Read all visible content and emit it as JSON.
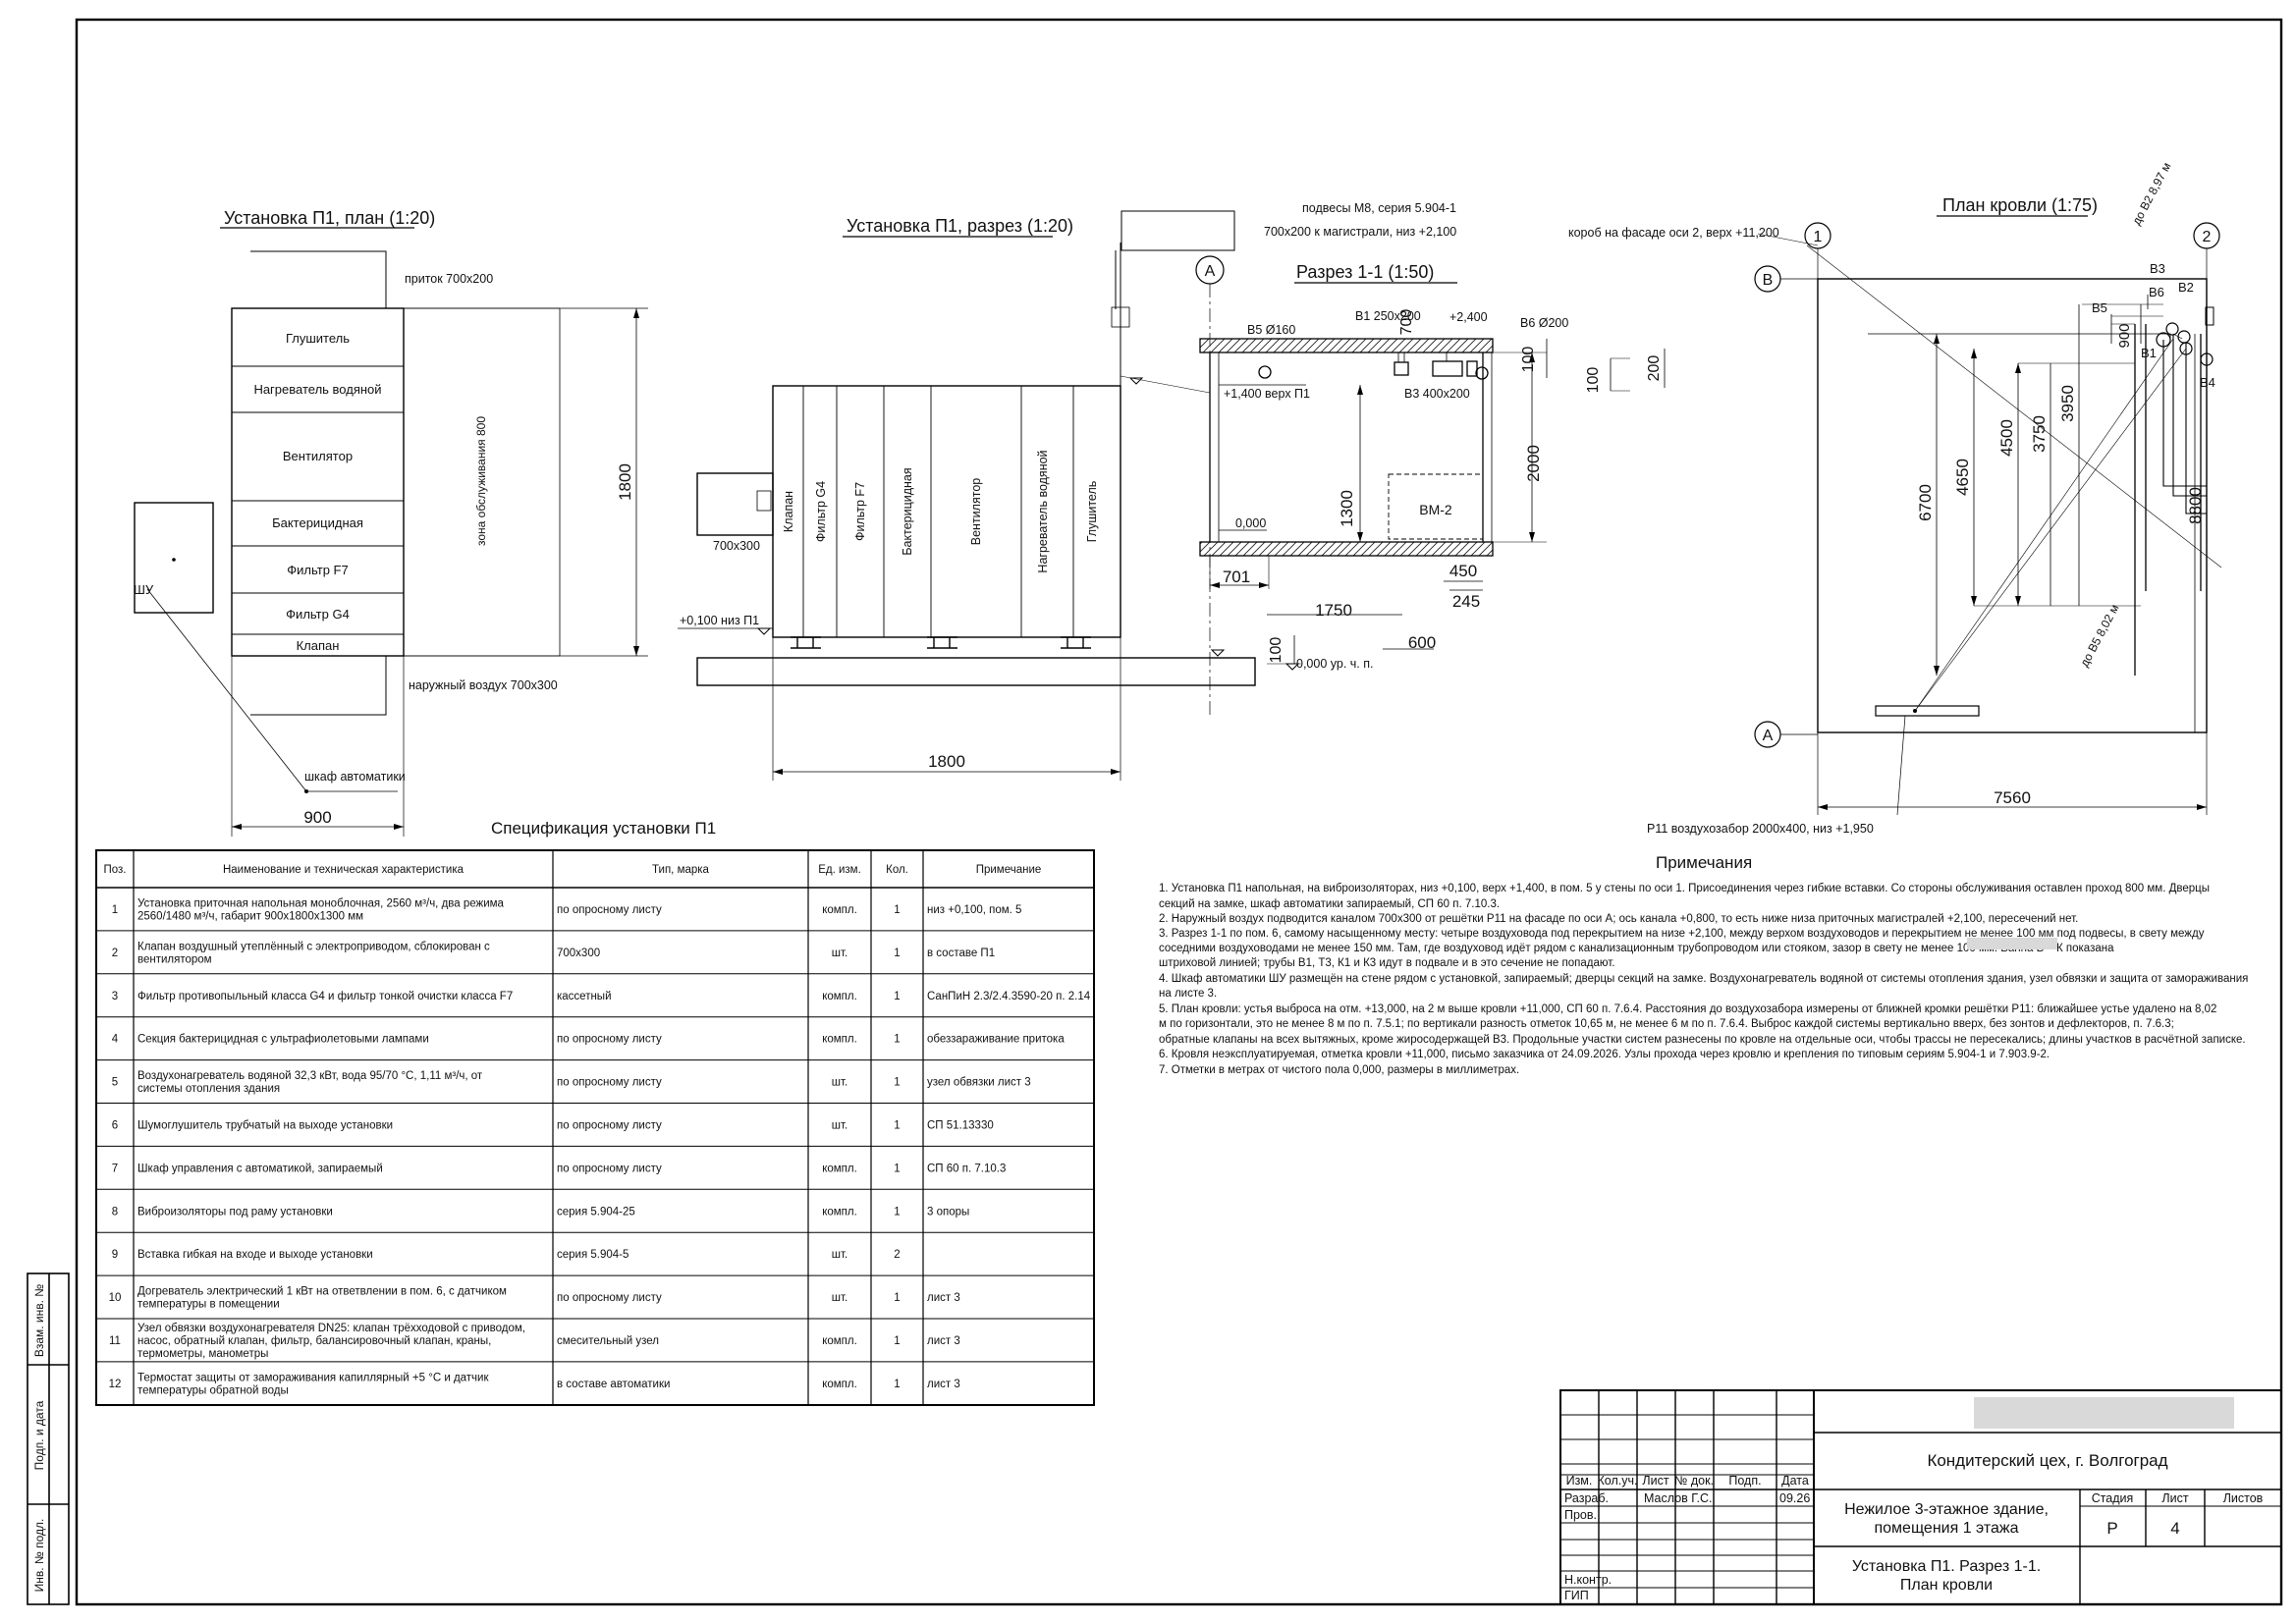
{
  "plan": {
    "title": "Установка П1, план (1:20)",
    "sections": [
      "Глушитель",
      "Нагреватель водяной",
      "Вентилятор",
      "Бактерицидная",
      "Фильтр F7",
      "Фильтр G4",
      "Клапан"
    ],
    "supply_label": "приток 700х200",
    "service_zone": "зона обслуживания 800",
    "dim_height": "1800",
    "dim_width": "900",
    "outside_air": "наружный воздух 700х300",
    "cabinet_tag": "ШУ",
    "cabinet_label": "шкаф автоматики"
  },
  "section_view": {
    "title": "Установка П1, разрез (1:20)",
    "sections": [
      "Клапан",
      "Фильтр G4",
      "Фильтр F7",
      "Бактерицидная",
      "Вентилятор",
      "Нагреватель водяной",
      "Глушитель"
    ],
    "duct_label": "700х300",
    "level_label": "+0,100 низ П1",
    "dim_width": "1800",
    "hangers": "подвесы М8, серия 5.904-1",
    "main_duct": "700х200 к магистрали, низ +2,100"
  },
  "cut": {
    "title": "Разрез 1-1 (1:50)",
    "axis": "А",
    "labels": {
      "b5": "В5 Ø160",
      "b1": "В1 250х200",
      "level_top": "+2,400",
      "b6": "В6 Ø200",
      "level_unit": "+1,400 верх П1",
      "b3": "В3 400х200",
      "dim_700": "700",
      "dim_100a": "100",
      "dim_100b": "100",
      "dim_200": "200",
      "dim_2000": "2000",
      "dim_1300": "1300",
      "vm": "ВМ-2",
      "level_zero": "0,000",
      "dim_701": "701",
      "dim_450": "450",
      "dim_1750": "1750",
      "dim_245": "245",
      "dim_600": "600",
      "dim_100c": "100",
      "floor_level": "0,000 ур. ч. п."
    }
  },
  "roof": {
    "title": "План кровли (1:75)",
    "axis_1": "1",
    "axis_2": "2",
    "axis_b": "В",
    "axis_a": "А",
    "facade_box": "короб на фасаде оси 2, верх +11,200",
    "dist_b2": "до В2 8,97 м",
    "dist_b5": "до В5 8,02 м",
    "tags": [
      "В3",
      "В2",
      "В6",
      "В5",
      "В1",
      "В4"
    ],
    "dims": [
      "900",
      "6700",
      "4650",
      "4500",
      "3750",
      "3950",
      "8800",
      "7560"
    ],
    "intake": "Р11 воздухозабор 2000х400, низ +1,950"
  },
  "spec": {
    "title": "Спецификация установки П1",
    "headers": [
      "Поз.",
      "Наименование и техническая характеристика",
      "Тип, марка",
      "Ед. изм.",
      "Кол.",
      "Примечание"
    ],
    "rows": [
      [
        "1",
        "Установка приточная напольная моноблочная, 2560 м³/ч, два режима 2560/1480 м³/ч, габарит 900х1800х1300 мм",
        "по опросному листу",
        "компл.",
        "1",
        "низ +0,100, пом. 5"
      ],
      [
        "2",
        "Клапан воздушный утеплённый с электроприводом, сблокирован с вентилятором",
        "700х300",
        "шт.",
        "1",
        "в составе П1"
      ],
      [
        "3",
        "Фильтр противопыльный класса G4 и фильтр тонкой очистки класса F7",
        "кассетный",
        "компл.",
        "1",
        "СанПиН 2.3/2.4.3590-20 п. 2.14"
      ],
      [
        "4",
        "Секция бактерицидная с ультрафиолетовыми лампами",
        "по опросному листу",
        "компл.",
        "1",
        "обеззараживание притока"
      ],
      [
        "5",
        "Воздухонагреватель водяной 32,3 кВт, вода 95/70 °С, 1,11 м³/ч, от системы отопления здания",
        "по опросному листу",
        "шт.",
        "1",
        "узел обвязки лист 3"
      ],
      [
        "6",
        "Шумоглушитель трубчатый на выходе установки",
        "по опросному листу",
        "шт.",
        "1",
        "СП 51.13330"
      ],
      [
        "7",
        "Шкаф управления с автоматикой, запираемый",
        "по опросному листу",
        "компл.",
        "1",
        "СП 60 п. 7.10.3"
      ],
      [
        "8",
        "Виброизоляторы под раму установки",
        "серия 5.904-25",
        "компл.",
        "1",
        "3 опоры"
      ],
      [
        "9",
        "Вставка гибкая на входе и выходе установки",
        "серия 5.904-5",
        "шт.",
        "2",
        ""
      ],
      [
        "10",
        "Догреватель электрический 1 кВт на ответвлении в пом. 6, с датчиком температуры в помещении",
        "по опросному листу",
        "шт.",
        "1",
        "лист 3"
      ],
      [
        "11",
        "Узел обвязки воздухонагревателя DN25: клапан трёхходовой с приводом, насос, обратный клапан, фильтр, балансировочный клапан, краны, термометры, манометры",
        "смесительный узел",
        "компл.",
        "1",
        "лист 3"
      ],
      [
        "12",
        "Термостат защиты от замораживания капиллярный +5 °С и датчик температуры обратной воды",
        "в составе автоматики",
        "компл.",
        "1",
        "лист 3"
      ]
    ]
  },
  "notes": {
    "title": "Примечания",
    "lines": [
      "1. Установка П1 напольная, на виброизоляторах, низ +0,100, верх +1,400, в пом. 5 у стены по оси 1. Присоединения через гибкие вставки. Со стороны обслуживания оставлен проход 800 мм. Дверцы",
      "секций на замке, шкаф автоматики запираемый, СП 60 п. 7.10.3.",
      "2. Наружный воздух подводится каналом 700х300 от решётки Р11 на фасаде по оси А; ось канала +0,800, то есть ниже низа приточных магистралей +2,100, пересечений нет.",
      "3. Разрез 1-1 по пом. 6, самому насыщенному месту: четыре воздуховода под перекрытием на низе +2,100, между верхом воздуховодов и перекрытием не менее 100 мм под подвесы, в свету между",
      "соседними воздуховодами не менее 150 мм. Там, где воздуховод идёт рядом с канализационным трубопроводом или стояком, зазор в свету не менее 100 мм. Ванна В",
      "К показана",
      "штриховой линией; трубы В1, Т3, К1 и К3 идут в подвале и в это сечение не попадают.",
      "4. Шкаф автоматики ШУ размещён на стене рядом с установкой, запираемый; дверцы секций на замке. Воздухонагреватель водяной от системы отопления здания, узел обвязки и защита от замораживания",
      "на листе 3.",
      "5. План кровли: устья выброса на отм. +13,000, на 2 м выше кровли +11,000, СП 60 п. 7.6.4. Расстояния до воздухозабора измерены от ближней кромки решётки Р11: ближайшее устье удалено на 8,02",
      "м по горизонтали, это не менее 8 м по п. 7.5.1; по вертикали разность отметок 10,65 м, не менее 6 м по п. 7.6.4. Выброс каждой системы вертикально вверх, без зонтов и дефлекторов, п. 7.6.3;",
      "обратные клапаны на всех вытяжных, кроме жиросодержащей В3. Продольные участки систем разнесены по кровле на отдельные оси, чтобы трассы не пересекались; длины участков в расчётной записке.",
      "6. Кровля неэксплуатируемая, отметка кровли +11,000, письмо заказчика от 24.09.2026. Узлы прохода через кровлю и крепления по типовым сериям 5.904-1 и 7.903.9-2.",
      "7. Отметки в метрах от чистого пола 0,000, размеры в миллиметрах."
    ]
  },
  "stamp": {
    "headers": [
      "Изм.",
      "Кол.уч.",
      "Лист",
      "№ док.",
      "Подп.",
      "Дата"
    ],
    "razrab": "Разраб.",
    "razrab_name": "Маслов Г.С.",
    "razrab_date": "09.26",
    "prov": "Пров.",
    "nkontr": "Н.контр.",
    "gip": "ГИП",
    "project": "Кондитерский цех, г. Волгоград",
    "building": "Нежилое 3-этажное здание, помещения 1 этажа",
    "sheet_title": "Установка П1. Разрез 1-1. План кровли",
    "stage_h": "Стадия",
    "list_h": "Лист",
    "lists_h": "Листов",
    "stage": "Р",
    "sheet": "4"
  },
  "side_stamp": [
    "Взам. инв. №",
    "Подп. и дата",
    "Инв. № подл."
  ]
}
